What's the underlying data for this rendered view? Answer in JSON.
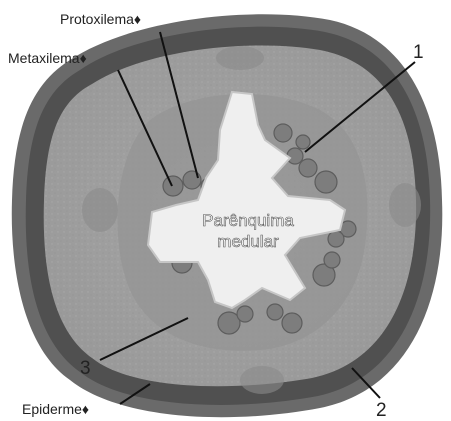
{
  "labels": {
    "protoxilema": "Protoxilema♦",
    "metaxilema": "Metaxilema♦",
    "epiderme": "Epiderme♦",
    "center_line1": "Parênquima",
    "center_line2": "medular",
    "num_1": "1",
    "num_2": "2",
    "num_3": "3"
  }
}
